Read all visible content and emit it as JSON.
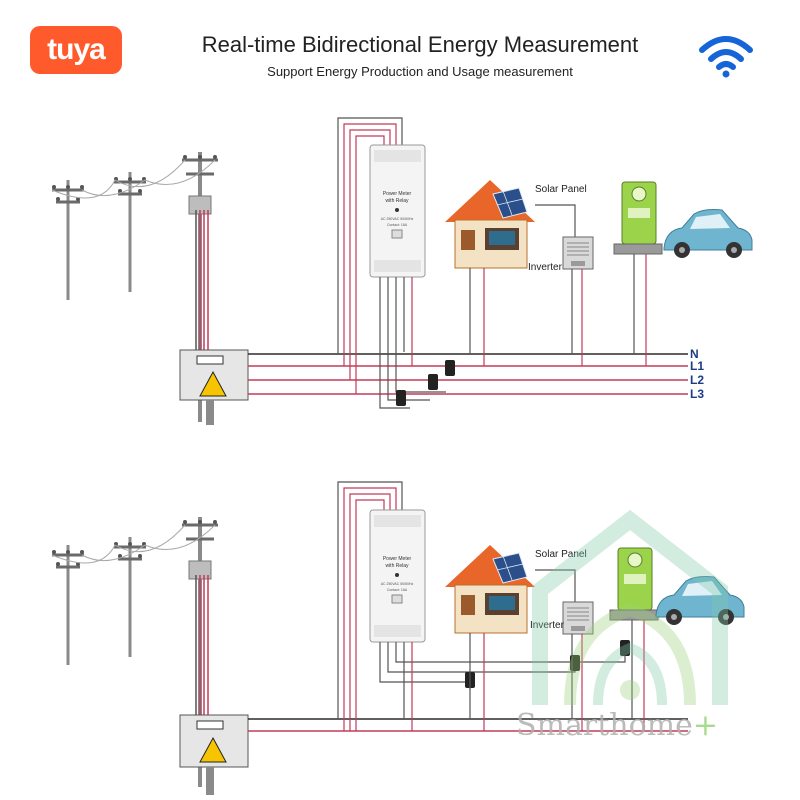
{
  "header": {
    "logo_text": "tuya",
    "title": "Real-time Bidirectional Energy Measurement",
    "subtitle": "Support Energy Production and Usage measurement",
    "wifi_icon": "wifi-icon",
    "wifi_color": "#1565d8",
    "logo_color": "#ff5a2c"
  },
  "diagram": {
    "meter_line1": "Power Meter",
    "meter_line2": "with Relay",
    "meter_spec1": "AC  250VAC 50/60Hz",
    "meter_spec2": "Contact: 16A",
    "solar_label": "Solar Panel",
    "inverter_label": "Inverter",
    "bus_labels": [
      "N",
      "L1",
      "L2",
      "L3"
    ],
    "bus_label_color": "#1e3a8a"
  },
  "watermark": {
    "text": "Smarthome"
  }
}
